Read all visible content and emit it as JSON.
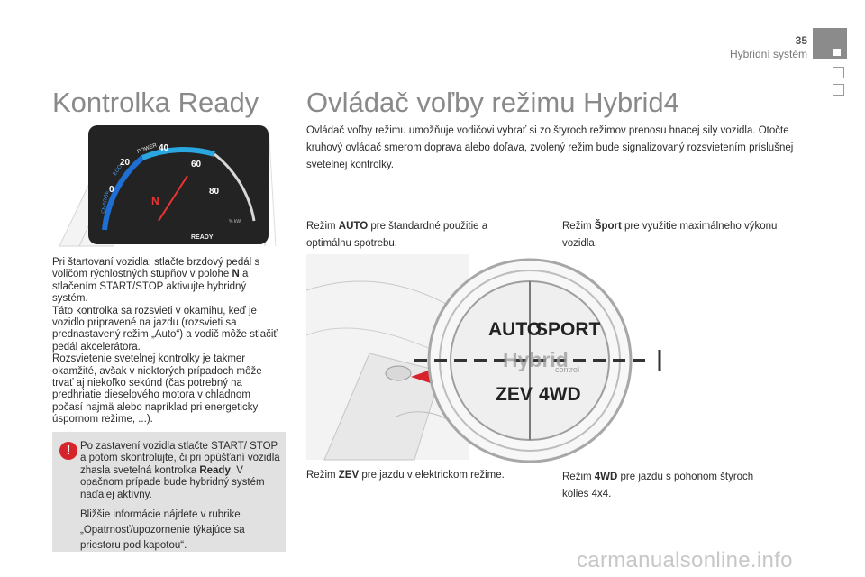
{
  "header": {
    "page_number": "35",
    "section_title": "Hybridní systém"
  },
  "ready": {
    "title": "Kontrolka Ready",
    "gauge": {
      "labels": [
        "CHARGE",
        "ECO",
        "POWER"
      ],
      "ticks": [
        "0",
        "20",
        "40",
        "60",
        "80"
      ],
      "gear": "N",
      "unit": "% kW",
      "ready": "READY"
    },
    "text_1": "Pri štartovaní vozidla: stlačte brzdový pedál s voličom rýchlostných stupňov v polohe ",
    "text_1_gear": "N",
    "text_2": " a stlačením START/STOP aktivujte hybridný systém.",
    "text_3": "Táto kontrolka sa rozsvieti v okamihu, keď je vozidlo pripravené na jazdu (rozsvieti sa prednastavený režim „Auto“) a vodič môže stlačiť pedál akcelerátora.",
    "text_4": "Rozsvietenie svetelnej kontrolky je takmer okamžité, avšak v niektorých prípadoch môže trvať aj niekoľko sekúnd (čas potrebný na predhriatie dieselového motora v chladnom počasí najmä alebo napríklad pri energeticky úspornom režime, ...).",
    "note": {
      "icon": "!",
      "text_1": "Po zastavení vozidla stlačte START/ STOP a potom skontrolujte, či pri opúšťaní vozidla zhasla svetelná kontrolka ",
      "text_bold": "Ready",
      "text_2": ". V opačnom prípade bude hybridný systém naďalej aktívny.",
      "text_3": "Bližšie informácie nájdete v rubrike „Opatrnosť/upozornenie týkajúce sa priestoru pod kapotou“."
    }
  },
  "selector": {
    "title": "Ovládač voľby režimu Hybrid4",
    "intro": "Ovládač voľby režimu umožňuje vodičovi vybrať si zo štyroch režimov prenosu hnacej sily vozidla. Otočte kruhový ovládač smerom doprava alebo doľava, zvolený režim bude signalizovaný rozsvietením príslušnej svetelnej kontrolky.",
    "modes": {
      "auto_pre": "Režim ",
      "auto_name": "AUTO",
      "auto_post": " pre štandardné použitie a optimálnu spotrebu.",
      "sport_pre": "Režim ",
      "sport_name": "Šport",
      "sport_post": " pre využitie maximálneho výkonu vozidla.",
      "zev_pre": "Režim ",
      "zev_name": "ZEV",
      "zev_post": " pre jazdu v elektrickom režime.",
      "awd_pre": "Režim ",
      "awd_name": "4WD",
      "awd_post": " pre jazdu s pohonom štyroch kolies 4x4."
    },
    "dial": {
      "auto": "AUTO",
      "sport": "SPORT",
      "zev": "ZEV",
      "awd": "4WD",
      "brand": "Hybrid",
      "brand_sub": "control"
    }
  },
  "watermark": "carmanualsonline.info",
  "colors": {
    "accent_red": "#d7242b",
    "gauge_blue": "#1e6fd1",
    "gauge_bg": "#222222"
  }
}
